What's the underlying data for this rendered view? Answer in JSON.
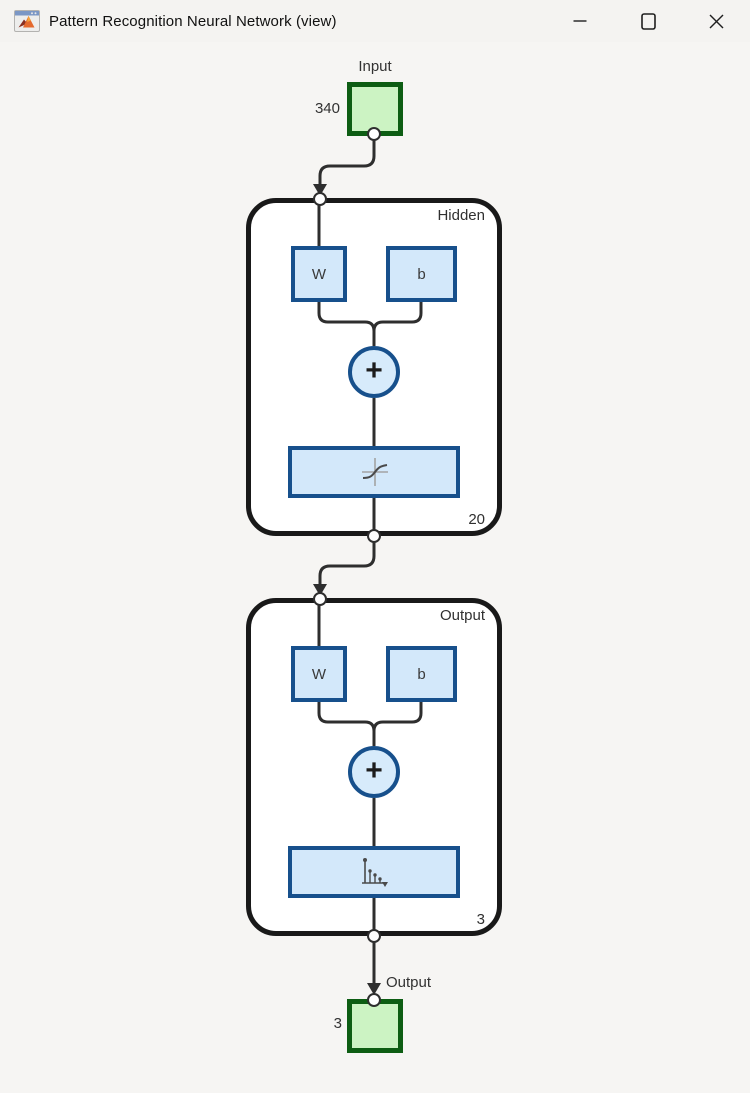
{
  "window": {
    "title": "Pattern Recognition Neural Network (view)",
    "icon": "matlab-figure-icon",
    "controls": {
      "minimize": "minimize",
      "maximize": "maximize",
      "close": "close"
    }
  },
  "diagram": {
    "input": {
      "label": "Input",
      "size": "340"
    },
    "layers": [
      {
        "title": "Hidden",
        "weight": "W",
        "bias": "b",
        "sum": "+",
        "size": "20",
        "transfer_function": "tansig"
      },
      {
        "title": "Output",
        "weight": "W",
        "bias": "b",
        "sum": "+",
        "size": "3",
        "transfer_function": "softmax"
      }
    ],
    "output": {
      "label": "Output",
      "size": "3"
    },
    "colors": {
      "block_green_fill": "#ccf3c3",
      "block_green_border": "#0d5d13",
      "block_blue_fill": "#d3e8fa",
      "block_blue_border": "#17508c",
      "layer_border": "#191919",
      "wire": "#2e2e2e"
    }
  }
}
